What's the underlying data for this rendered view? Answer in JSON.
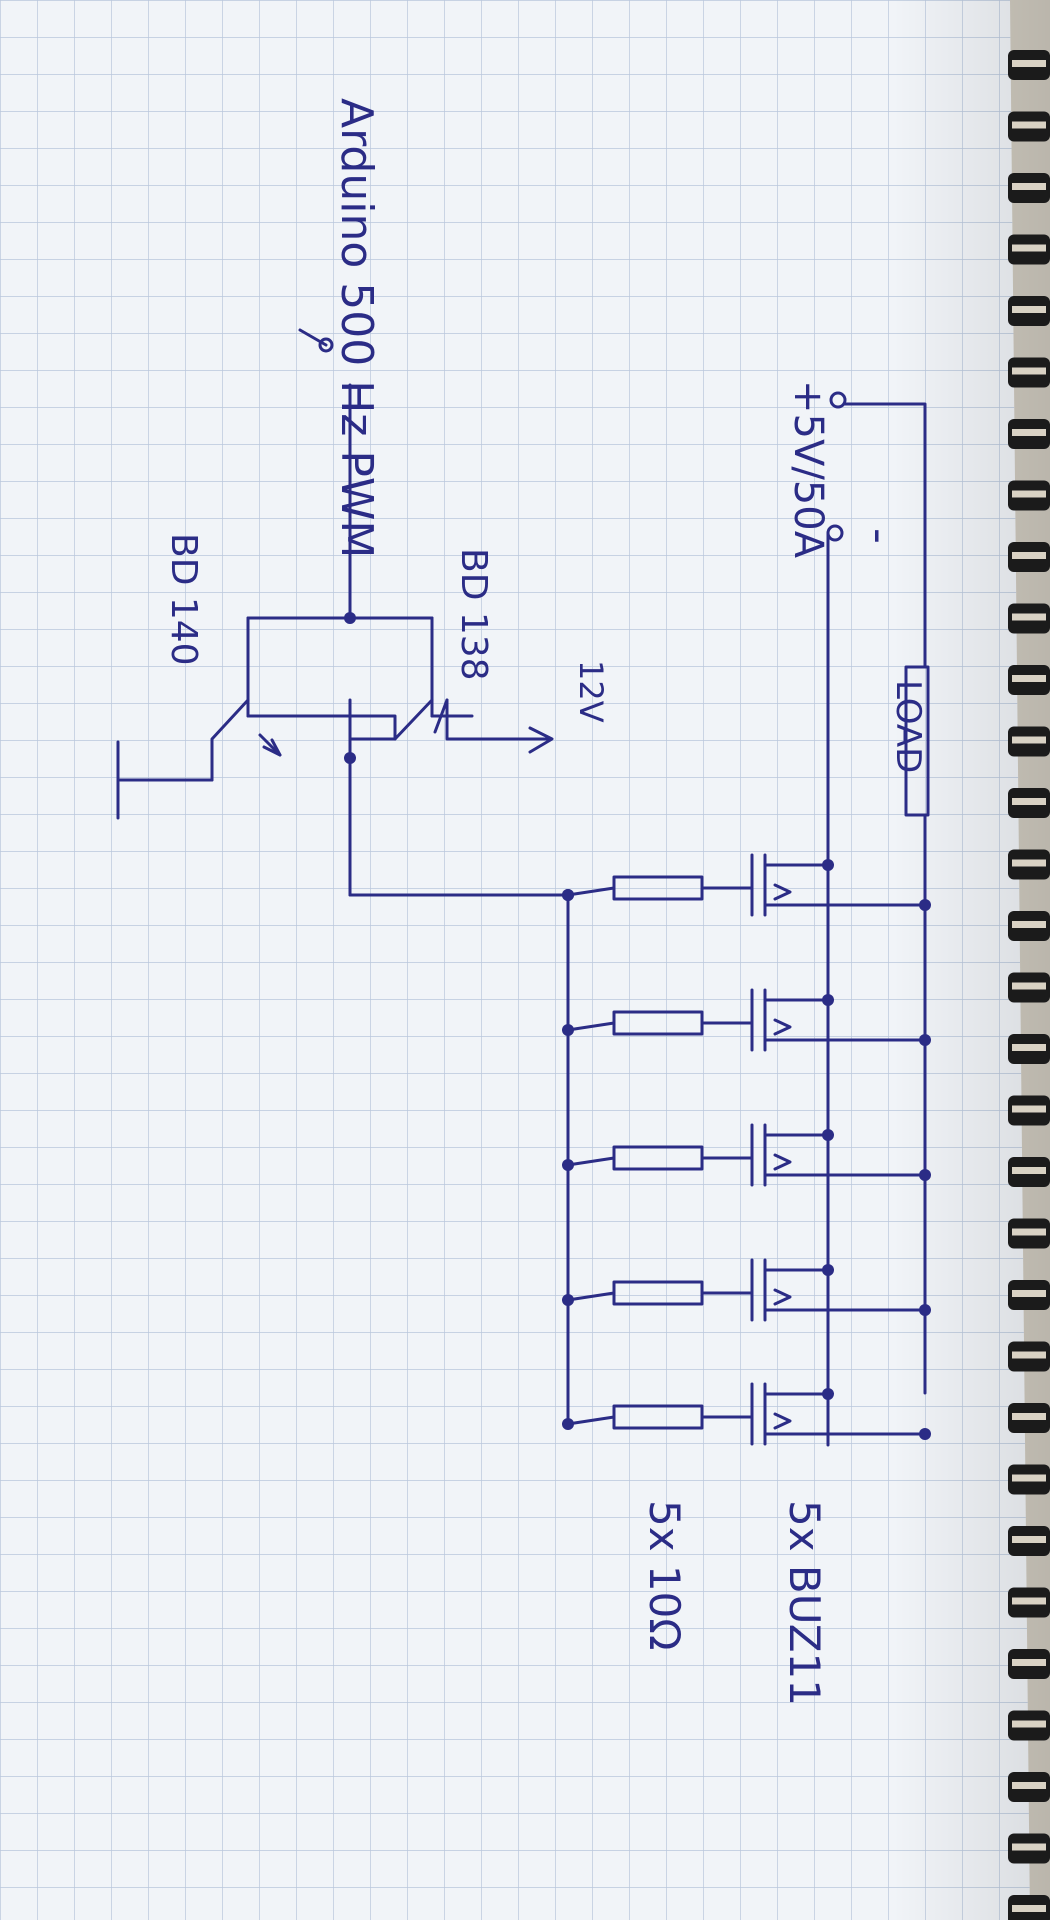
{
  "labels": {
    "supply": "+5V/50A",
    "supply_minus": "-",
    "load": "LOAD",
    "mosfets": "5x BUZ11",
    "resistors": "5x 10Ω",
    "q1": "BD 138",
    "q2": "BD 140",
    "supply_rail": "12V",
    "input": "Arduino 500 Hz PWM"
  },
  "colors": {
    "paper": "#f1f4f8",
    "grid": "#b9c7dc",
    "ink": "#2b2c86",
    "spiral": "#1b1b1b",
    "spiral_gap": "#d9d2c4"
  }
}
